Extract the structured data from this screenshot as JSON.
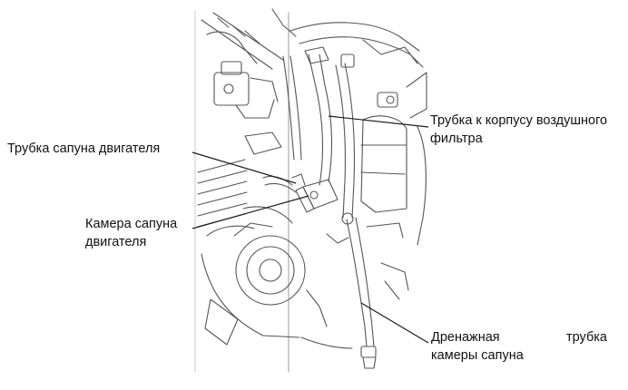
{
  "labels": {
    "breather_tube": "Трубка сапуна двигателя",
    "breather_chamber_line1": "Камера сапуна",
    "breather_chamber_line2": "двигателя",
    "air_filter_tube_line1": "Трубка к корпусу воздушного",
    "air_filter_tube_line2": "фильтра",
    "drain_tube_line1_word1": "Дренажная",
    "drain_tube_line1_word2": "трубка",
    "drain_tube_line2": "камеры сапуна"
  },
  "colors": {
    "line": "#1a1a1a",
    "drawing": "#555555",
    "background": "#ffffff"
  }
}
